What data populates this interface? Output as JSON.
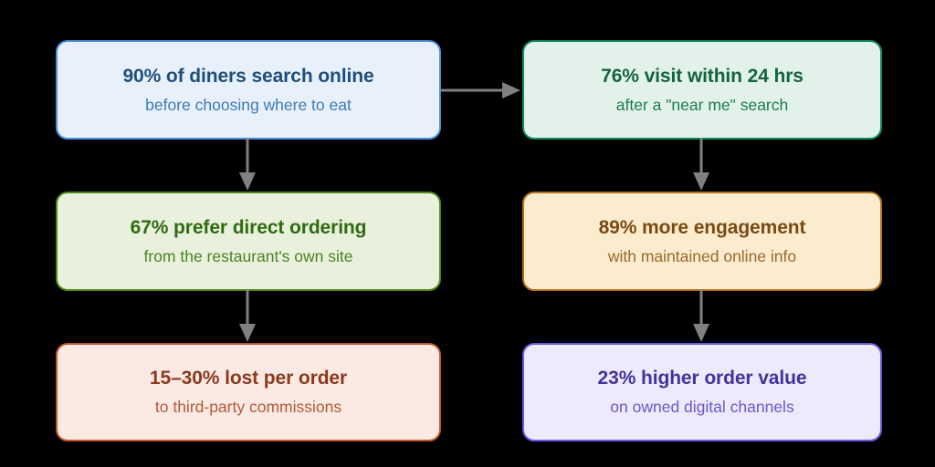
{
  "diagram": {
    "background_color": "#000000",
    "connector_color": "#808080",
    "nodes": [
      {
        "id": "diners-search-online",
        "headline": "90% of diners search online",
        "subline": "before choosing where to eat",
        "fill": "#e8f1fb",
        "border": "#4a90d9",
        "headline_color": "#1f4e79",
        "subline_color": "#3c7ab5"
      },
      {
        "id": "visit-within-24-hrs",
        "headline": "76% visit within 24 hrs",
        "subline": "after a \"near me\" search",
        "fill": "#e2f2ea",
        "border": "#0f8a5f",
        "headline_color": "#14643f",
        "subline_color": "#1d7a52"
      },
      {
        "id": "prefer-direct-ordering",
        "headline": "67% prefer direct ordering",
        "subline": "from the restaurant's own site",
        "fill": "#e9f1dc",
        "border": "#4e8a1a",
        "headline_color": "#2f6b12",
        "subline_color": "#4a8324"
      },
      {
        "id": "more-engagement",
        "headline": "89% more engagement",
        "subline": "with maintained online info",
        "fill": "#fbeccf",
        "border": "#b57318",
        "headline_color": "#7a4a14",
        "subline_color": "#9a6a2a"
      },
      {
        "id": "lost-per-order",
        "headline": "15–30% lost per order",
        "subline": "to third-party commissions",
        "fill": "#fbeae4",
        "border": "#c0562a",
        "headline_color": "#8a3a1e",
        "subline_color": "#b05a36"
      },
      {
        "id": "higher-order-value",
        "headline": "23% higher order value",
        "subline": "on owned digital channels",
        "fill": "#eceafb",
        "border": "#6a5ae0",
        "headline_color": "#43339c",
        "subline_color": "#6a5ac8"
      }
    ],
    "connectors": [
      {
        "id": "search-to-visit",
        "direction": "right",
        "from": "diners-search-online",
        "to": "visit-within-24-hrs"
      },
      {
        "id": "search-to-direct",
        "direction": "down",
        "from": "diners-search-online",
        "to": "prefer-direct-ordering"
      },
      {
        "id": "visit-to-engagement",
        "direction": "down",
        "from": "visit-within-24-hrs",
        "to": "more-engagement"
      },
      {
        "id": "direct-to-lost",
        "direction": "down",
        "from": "prefer-direct-ordering",
        "to": "lost-per-order"
      },
      {
        "id": "engagement-to-value",
        "direction": "down",
        "from": "more-engagement",
        "to": "higher-order-value"
      }
    ]
  }
}
